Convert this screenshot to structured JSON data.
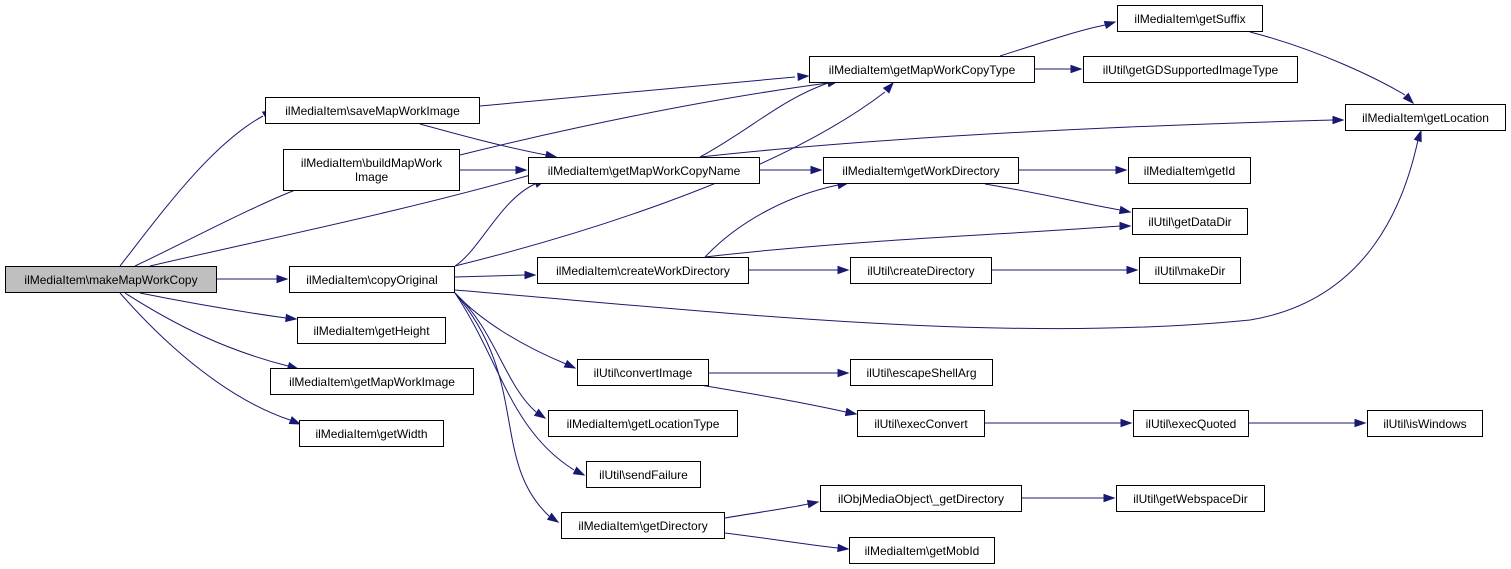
{
  "diagram": {
    "nodes": {
      "makeMapWorkCopy": "ilMediaItem\\makeMapWorkCopy",
      "saveMapWorkImage": "ilMediaItem\\saveMapWorkImage",
      "buildMapWorkImage_1": "ilMediaItem\\buildMapWork",
      "buildMapWorkImage_2": "Image",
      "copyOriginal": "ilMediaItem\\copyOriginal",
      "getHeight": "ilMediaItem\\getHeight",
      "getMapWorkImage": "ilMediaItem\\getMapWorkImage",
      "getWidth": "ilMediaItem\\getWidth",
      "getMapWorkCopyType": "ilMediaItem\\getMapWorkCopyType",
      "getMapWorkCopyName": "ilMediaItem\\getMapWorkCopyName",
      "createWorkDirectory": "ilMediaItem\\createWorkDirectory",
      "convertImage": "ilUtil\\convertImage",
      "getLocationType": "ilMediaItem\\getLocationType",
      "sendFailure": "ilUtil\\sendFailure",
      "getDirectory": "ilMediaItem\\getDirectory",
      "getSuffix": "ilMediaItem\\getSuffix",
      "getGDSupportedImageType": "ilUtil\\getGDSupportedImageType",
      "getWorkDirectory": "ilMediaItem\\getWorkDirectory",
      "createDirectory": "ilUtil\\createDirectory",
      "escapeShellArg": "ilUtil\\escapeShellArg",
      "execConvert": "ilUtil\\execConvert",
      "objGetDirectory": "ilObjMediaObject\\_getDirectory",
      "getMobId": "ilMediaItem\\getMobId",
      "getLocation": "ilMediaItem\\getLocation",
      "getId": "ilMediaItem\\getId",
      "getDataDir": "ilUtil\\getDataDir",
      "makeDir": "ilUtil\\makeDir",
      "execQuoted": "ilUtil\\execQuoted",
      "getWebspaceDir": "ilUtil\\getWebspaceDir",
      "isWindows": "ilUtil\\isWindows"
    },
    "colors": {
      "edge": "#191970",
      "root_fill": "#bfbfbf",
      "node_fill": "#ffffff",
      "node_border": "#000000"
    }
  }
}
